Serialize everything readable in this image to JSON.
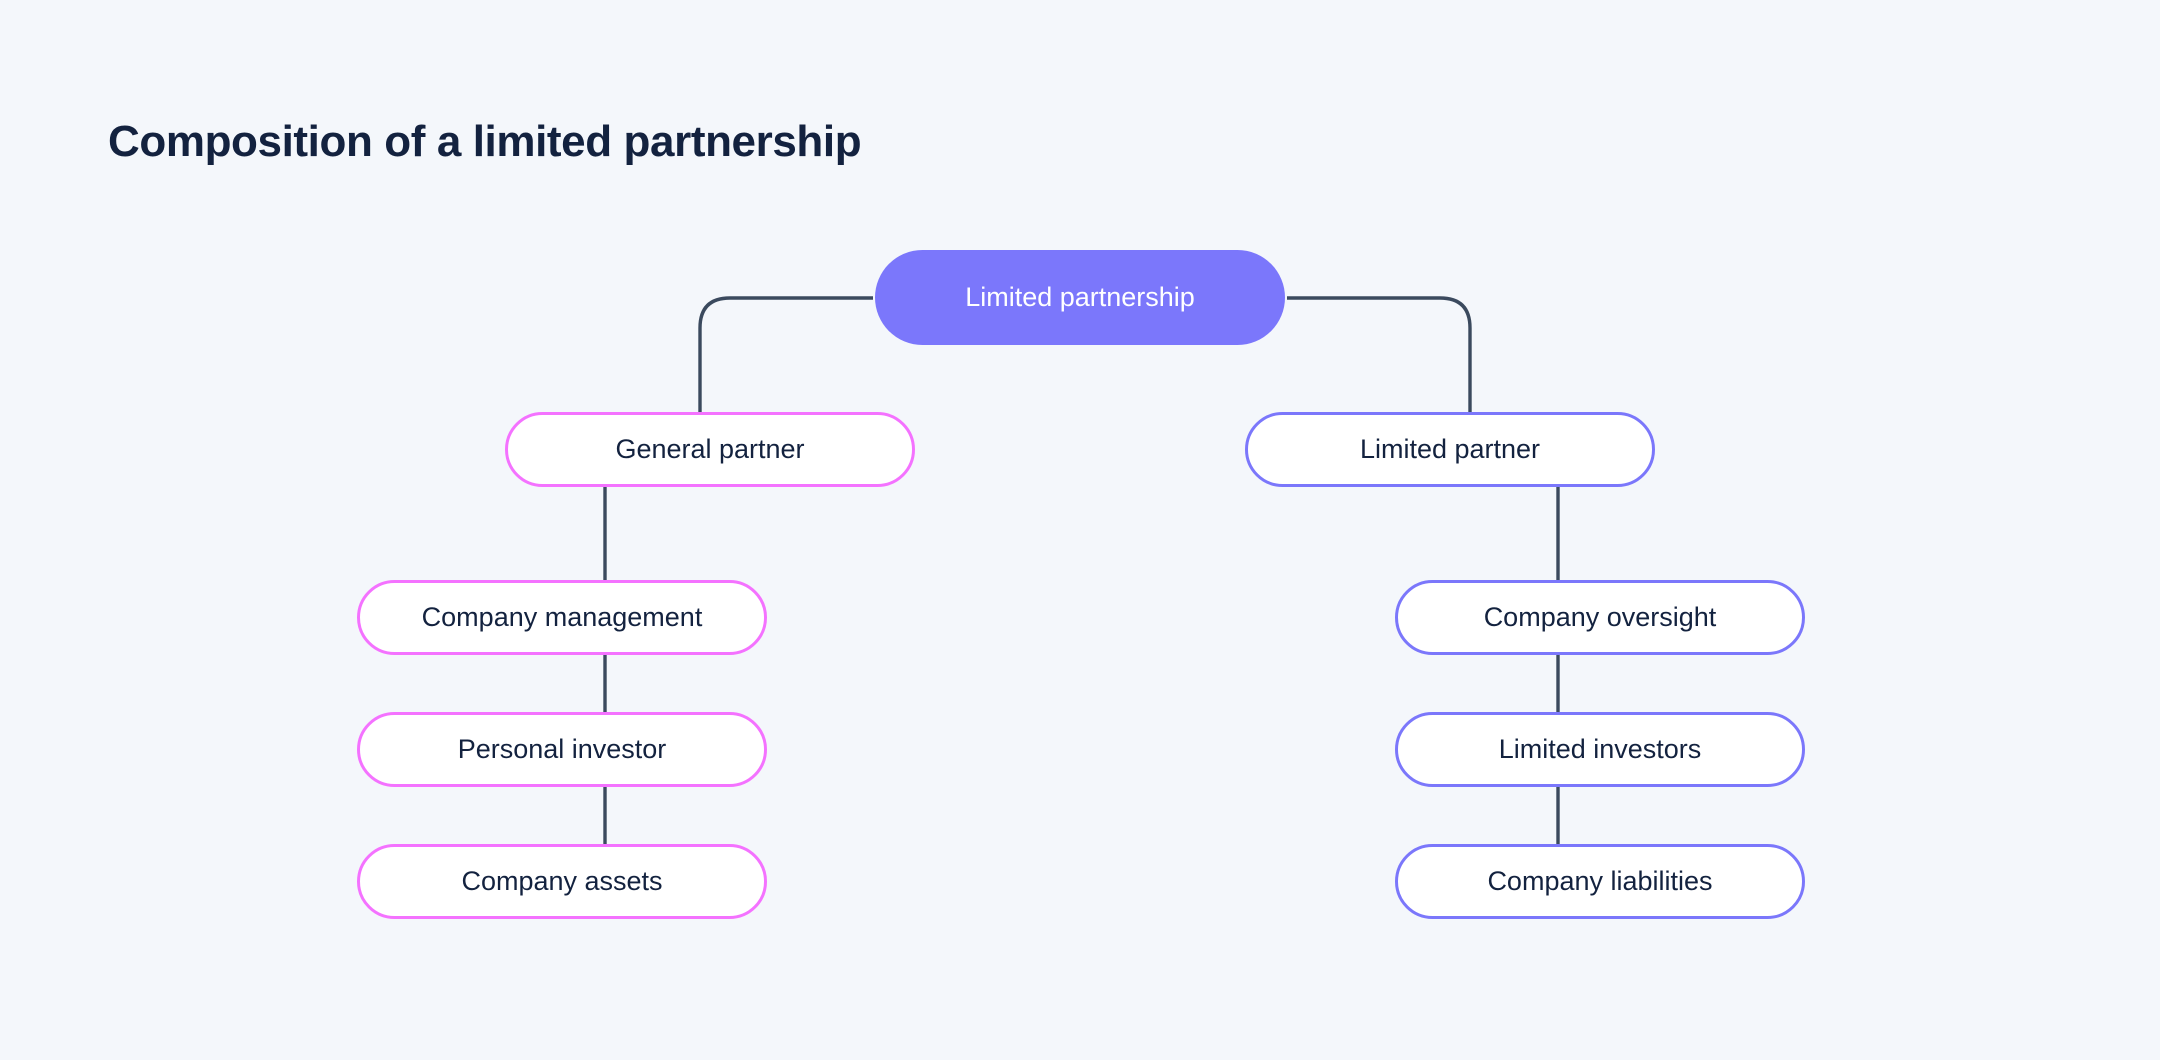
{
  "page": {
    "title": "Composition of a limited partnership",
    "background_color": "#f4f7fb",
    "text_color": "#13223f"
  },
  "palette": {
    "root_fill": "#7b77fb",
    "root_text": "#ffffff",
    "pink_border": "#f472ff",
    "blue_border": "#7b77fb",
    "node_fill": "#ffffff",
    "connector": "#3b4a5e",
    "node_text": "#13223f"
  },
  "chart_data": {
    "type": "diagram",
    "subtype": "organizational-tree",
    "title": "Composition of a limited partnership",
    "orientation": "top-down",
    "nodes": [
      {
        "id": "limited-partnership",
        "label": "Limited partnership",
        "level": 0,
        "style": "filled",
        "fill": "#7b77fb",
        "text_color": "#ffffff"
      },
      {
        "id": "general-partner",
        "label": "General partner",
        "level": 1,
        "branch": "left",
        "style": "outlined",
        "border": "#f472ff"
      },
      {
        "id": "limited-partner",
        "label": "Limited partner",
        "level": 1,
        "branch": "right",
        "style": "outlined",
        "border": "#7b77fb"
      },
      {
        "id": "company-management",
        "label": "Company management",
        "level": 2,
        "branch": "left",
        "style": "outlined",
        "border": "#f472ff"
      },
      {
        "id": "personal-investor",
        "label": "Personal investor",
        "level": 3,
        "branch": "left",
        "style": "outlined",
        "border": "#f472ff"
      },
      {
        "id": "company-assets",
        "label": "Company assets",
        "level": 4,
        "branch": "left",
        "style": "outlined",
        "border": "#f472ff"
      },
      {
        "id": "company-oversight",
        "label": "Company oversight",
        "level": 2,
        "branch": "right",
        "style": "outlined",
        "border": "#7b77fb"
      },
      {
        "id": "limited-investors",
        "label": "Limited investors",
        "level": 3,
        "branch": "right",
        "style": "outlined",
        "border": "#7b77fb"
      },
      {
        "id": "company-liabilities",
        "label": "Company liabilities",
        "level": 4,
        "branch": "right",
        "style": "outlined",
        "border": "#7b77fb"
      }
    ],
    "edges": [
      {
        "from": "limited-partnership",
        "to": "general-partner",
        "shape": "elbow"
      },
      {
        "from": "limited-partnership",
        "to": "limited-partner",
        "shape": "elbow"
      },
      {
        "from": "general-partner",
        "to": "company-management",
        "shape": "straight"
      },
      {
        "from": "company-management",
        "to": "personal-investor",
        "shape": "straight"
      },
      {
        "from": "personal-investor",
        "to": "company-assets",
        "shape": "straight"
      },
      {
        "from": "limited-partner",
        "to": "company-oversight",
        "shape": "straight"
      },
      {
        "from": "company-oversight",
        "to": "limited-investors",
        "shape": "straight"
      },
      {
        "from": "limited-investors",
        "to": "company-liabilities",
        "shape": "straight"
      }
    ],
    "legend": [],
    "annotations": []
  },
  "diagram": {
    "root": {
      "label": "Limited partnership"
    },
    "left_branch": {
      "head": {
        "label": "General partner"
      },
      "children": [
        {
          "label": "Company management"
        },
        {
          "label": "Personal investor"
        },
        {
          "label": "Company assets"
        }
      ]
    },
    "right_branch": {
      "head": {
        "label": "Limited partner"
      },
      "children": [
        {
          "label": "Company oversight"
        },
        {
          "label": "Limited investors"
        },
        {
          "label": "Company liabilities"
        }
      ]
    }
  }
}
